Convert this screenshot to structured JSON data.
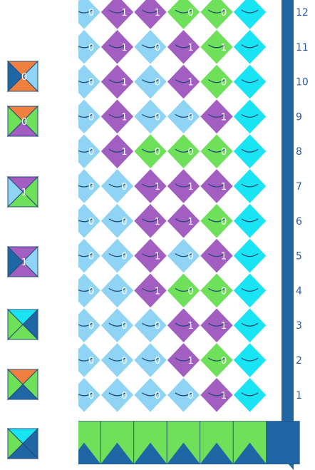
{
  "colors": {
    "orange": "#f08040",
    "sky": "#8fd4f4",
    "purple": "#a35ec2",
    "green": "#6fe05a",
    "cyan": "#18e4f4",
    "navy": "#1f66a4",
    "curve": "#244c78",
    "background": "#ffffff"
  },
  "legend": [
    {
      "name": "legend-tile-orange-sky-bit0",
      "top": "orange",
      "bottom": "orange",
      "left": "navy",
      "right": "sky",
      "label": "0"
    },
    {
      "name": "legend-tile-orange-green-bit0",
      "top": "orange",
      "bottom": "purple",
      "left": "green",
      "right": "green",
      "label": "0"
    },
    {
      "name": "legend-tile-purple-sky-bit1",
      "top": "purple",
      "bottom": "green",
      "left": "sky",
      "right": "green",
      "label": "1"
    },
    {
      "name": "legend-tile-purple-sky-bit1b",
      "top": "purple",
      "bottom": "purple",
      "left": "navy",
      "right": "sky",
      "label": "1"
    },
    {
      "name": "legend-tile-cyan-navy",
      "top": "cyan",
      "bottom": "green",
      "left": "green",
      "right": "navy",
      "label": ""
    },
    {
      "name": "legend-tile-orange-navy",
      "top": "orange",
      "bottom": "navy",
      "left": "green",
      "right": "green",
      "label": ""
    },
    {
      "name": "legend-tile-cyan-corner",
      "top": "cyan",
      "bottom": "navy",
      "left": "green",
      "right": "navy",
      "label": ""
    }
  ],
  "rows": [
    {
      "label": "12",
      "bits": [
        "0",
        "1",
        "1",
        "0",
        "0"
      ],
      "colors": [
        "sky",
        "purple",
        "purple",
        "green",
        "green",
        "cyan"
      ]
    },
    {
      "label": "11",
      "bits": [
        "0",
        "1",
        "0",
        "1",
        "1"
      ],
      "colors": [
        "sky",
        "purple",
        "sky",
        "purple",
        "green",
        "cyan"
      ]
    },
    {
      "label": "10",
      "bits": [
        "0",
        "1",
        "0",
        "1",
        "0"
      ],
      "colors": [
        "sky",
        "purple",
        "sky",
        "purple",
        "green",
        "cyan"
      ]
    },
    {
      "label": "9",
      "bits": [
        "0",
        "1",
        "0",
        "0",
        "1"
      ],
      "colors": [
        "sky",
        "purple",
        "sky",
        "sky",
        "purple",
        "cyan"
      ]
    },
    {
      "label": "8",
      "bits": [
        "0",
        "1",
        "0",
        "0",
        "0"
      ],
      "colors": [
        "sky",
        "purple",
        "green",
        "green",
        "green",
        "cyan"
      ]
    },
    {
      "label": "7",
      "bits": [
        "0",
        "0",
        "1",
        "1",
        "1"
      ],
      "colors": [
        "sky",
        "sky",
        "purple",
        "purple",
        "purple",
        "cyan"
      ]
    },
    {
      "label": "6",
      "bits": [
        "0",
        "0",
        "1",
        "1",
        "0"
      ],
      "colors": [
        "sky",
        "sky",
        "purple",
        "purple",
        "green",
        "cyan"
      ]
    },
    {
      "label": "5",
      "bits": [
        "0",
        "0",
        "1",
        "0",
        "1"
      ],
      "colors": [
        "sky",
        "sky",
        "purple",
        "sky",
        "purple",
        "cyan"
      ]
    },
    {
      "label": "4",
      "bits": [
        "0",
        "0",
        "1",
        "0",
        "0"
      ],
      "colors": [
        "sky",
        "sky",
        "purple",
        "green",
        "green",
        "cyan"
      ]
    },
    {
      "label": "3",
      "bits": [
        "0",
        "0",
        "0",
        "1",
        "1"
      ],
      "colors": [
        "sky",
        "sky",
        "sky",
        "purple",
        "purple",
        "cyan"
      ]
    },
    {
      "label": "2",
      "bits": [
        "0",
        "0",
        "0",
        "1",
        "0"
      ],
      "colors": [
        "sky",
        "sky",
        "sky",
        "purple",
        "green",
        "cyan"
      ]
    },
    {
      "label": "1",
      "bits": [
        "0",
        "0",
        "0",
        "0",
        "1"
      ],
      "colors": [
        "sky",
        "sky",
        "sky",
        "sky",
        "purple",
        "cyan"
      ]
    }
  ],
  "bottom_row": {
    "colors": [
      "green",
      "green",
      "green",
      "green",
      "green",
      "green",
      "navy"
    ]
  }
}
